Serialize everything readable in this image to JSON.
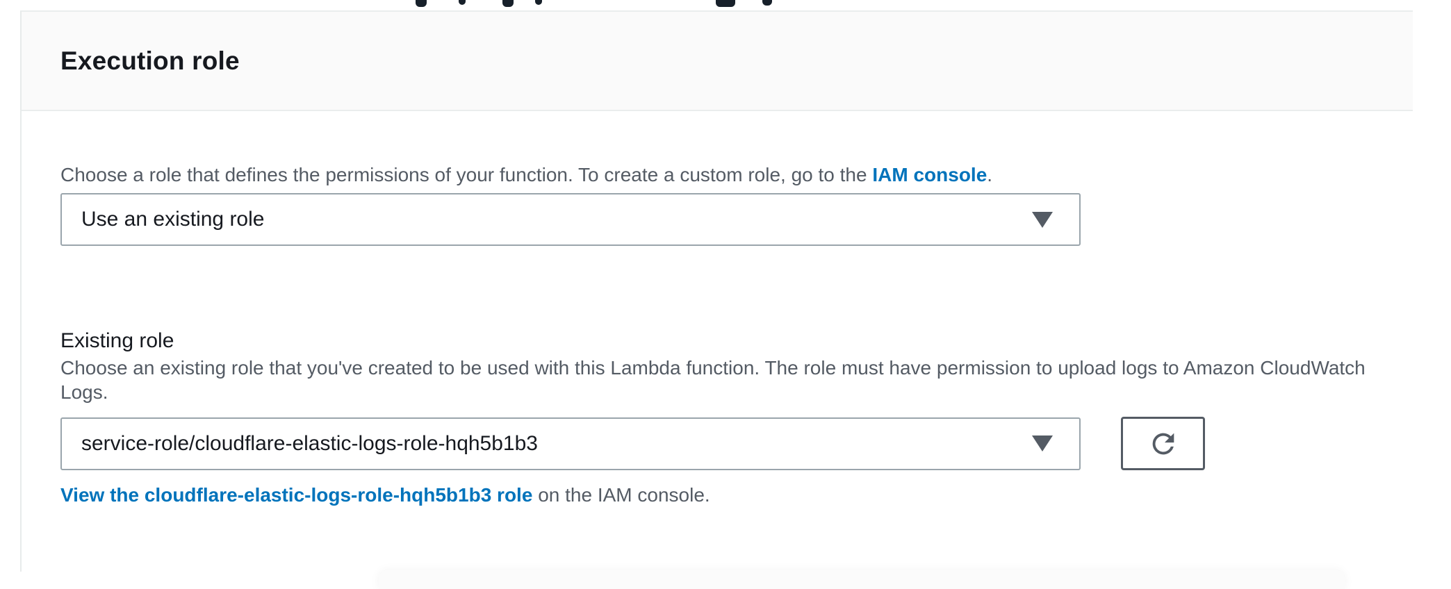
{
  "panel": {
    "title": "Execution role",
    "description": {
      "text_before_link": "Choose a role that defines the permissions of your function. To create a custom role, go to the ",
      "link_label": "IAM console",
      "text_after_link": "."
    },
    "role_source_select": {
      "selected_value": "Use an existing role"
    },
    "existing_role": {
      "label": "Existing role",
      "help_text": "Choose an existing role that you've created to be used with this Lambda function. The role must have permission to upload logs to Amazon CloudWatch Logs.",
      "select": {
        "selected_value": "service-role/cloudflare-elastic-logs-role-hqh5b1b3"
      },
      "view_role_link_label": "View the cloudflare-elastic-logs-role-hqh5b1b3 role",
      "view_role_suffix": " on the IAM console."
    }
  },
  "icons": {
    "dropdown_caret": "chevron-down-icon",
    "refresh": "refresh-icon"
  },
  "colors": {
    "link_blue": "#0073bb",
    "heading_text": "#16191f",
    "secondary_text": "#545b64",
    "card_border": "#eaeded",
    "control_border": "#9aa5ac",
    "header_background": "#fafafa",
    "icon_dark": "#545b64"
  }
}
